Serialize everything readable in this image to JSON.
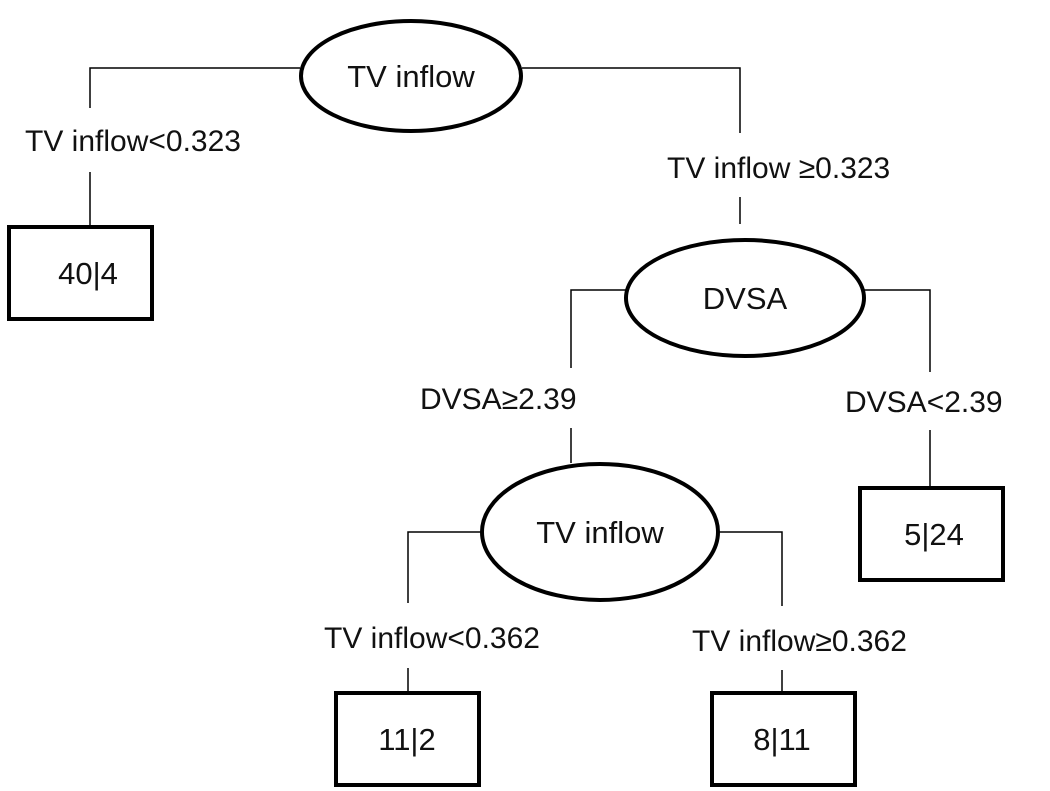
{
  "nodes": {
    "root": "TV inflow",
    "dvsa": "DVSA",
    "tv2": "TV inflow"
  },
  "edges": {
    "root_left": "TV inflow<0.323",
    "root_right": "TV inflow ≥0.323",
    "dvsa_left": "DVSA≥2.39",
    "dvsa_right": "DVSA<2.39",
    "tv2_left": "TV inflow<0.362",
    "tv2_right": "TV inflow≥0.362"
  },
  "leaves": {
    "leaf1": "40|4",
    "leaf2": "5|24",
    "leaf3": "11|2",
    "leaf4": "8|11"
  }
}
